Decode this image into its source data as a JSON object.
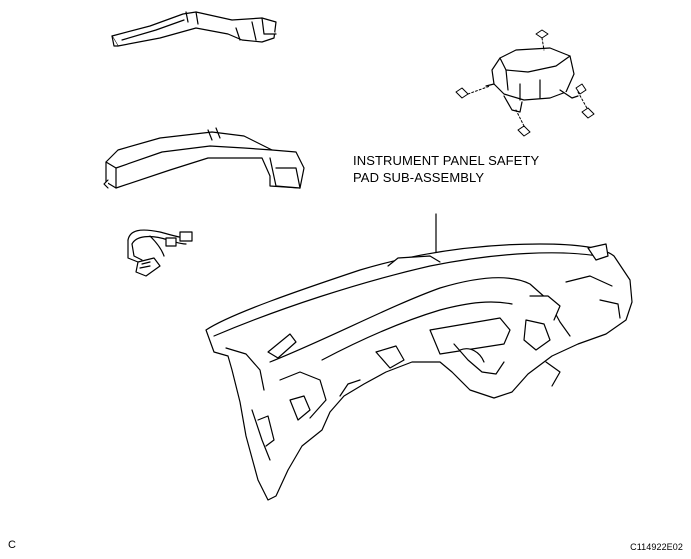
{
  "callout": {
    "line1": "INSTRUMENT PANEL SAFETY",
    "line2": "PAD SUB-ASSEMBLY"
  },
  "corner_letter": "C",
  "figure_code": "C114922E02",
  "colors": {
    "stroke": "#000000",
    "background": "#ffffff"
  }
}
